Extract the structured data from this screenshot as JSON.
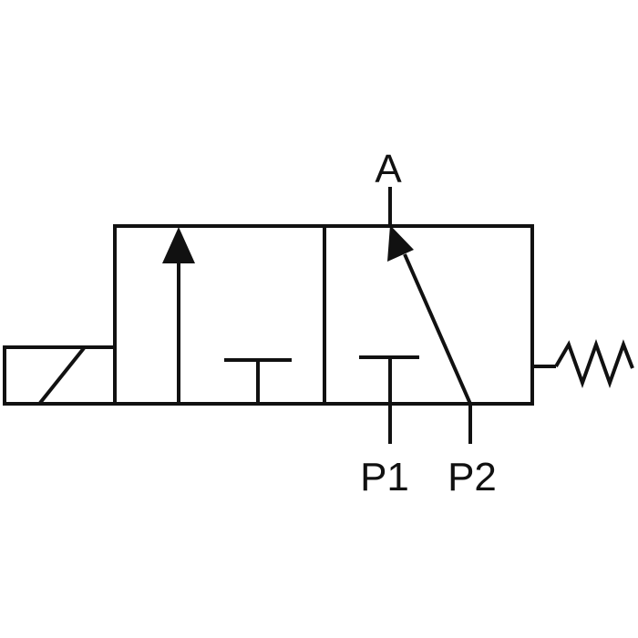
{
  "labels": {
    "port_a": "A",
    "port_p1": "P1",
    "port_p2": "P2"
  },
  "colors": {
    "line": "#111111",
    "background": "#ffffff"
  }
}
